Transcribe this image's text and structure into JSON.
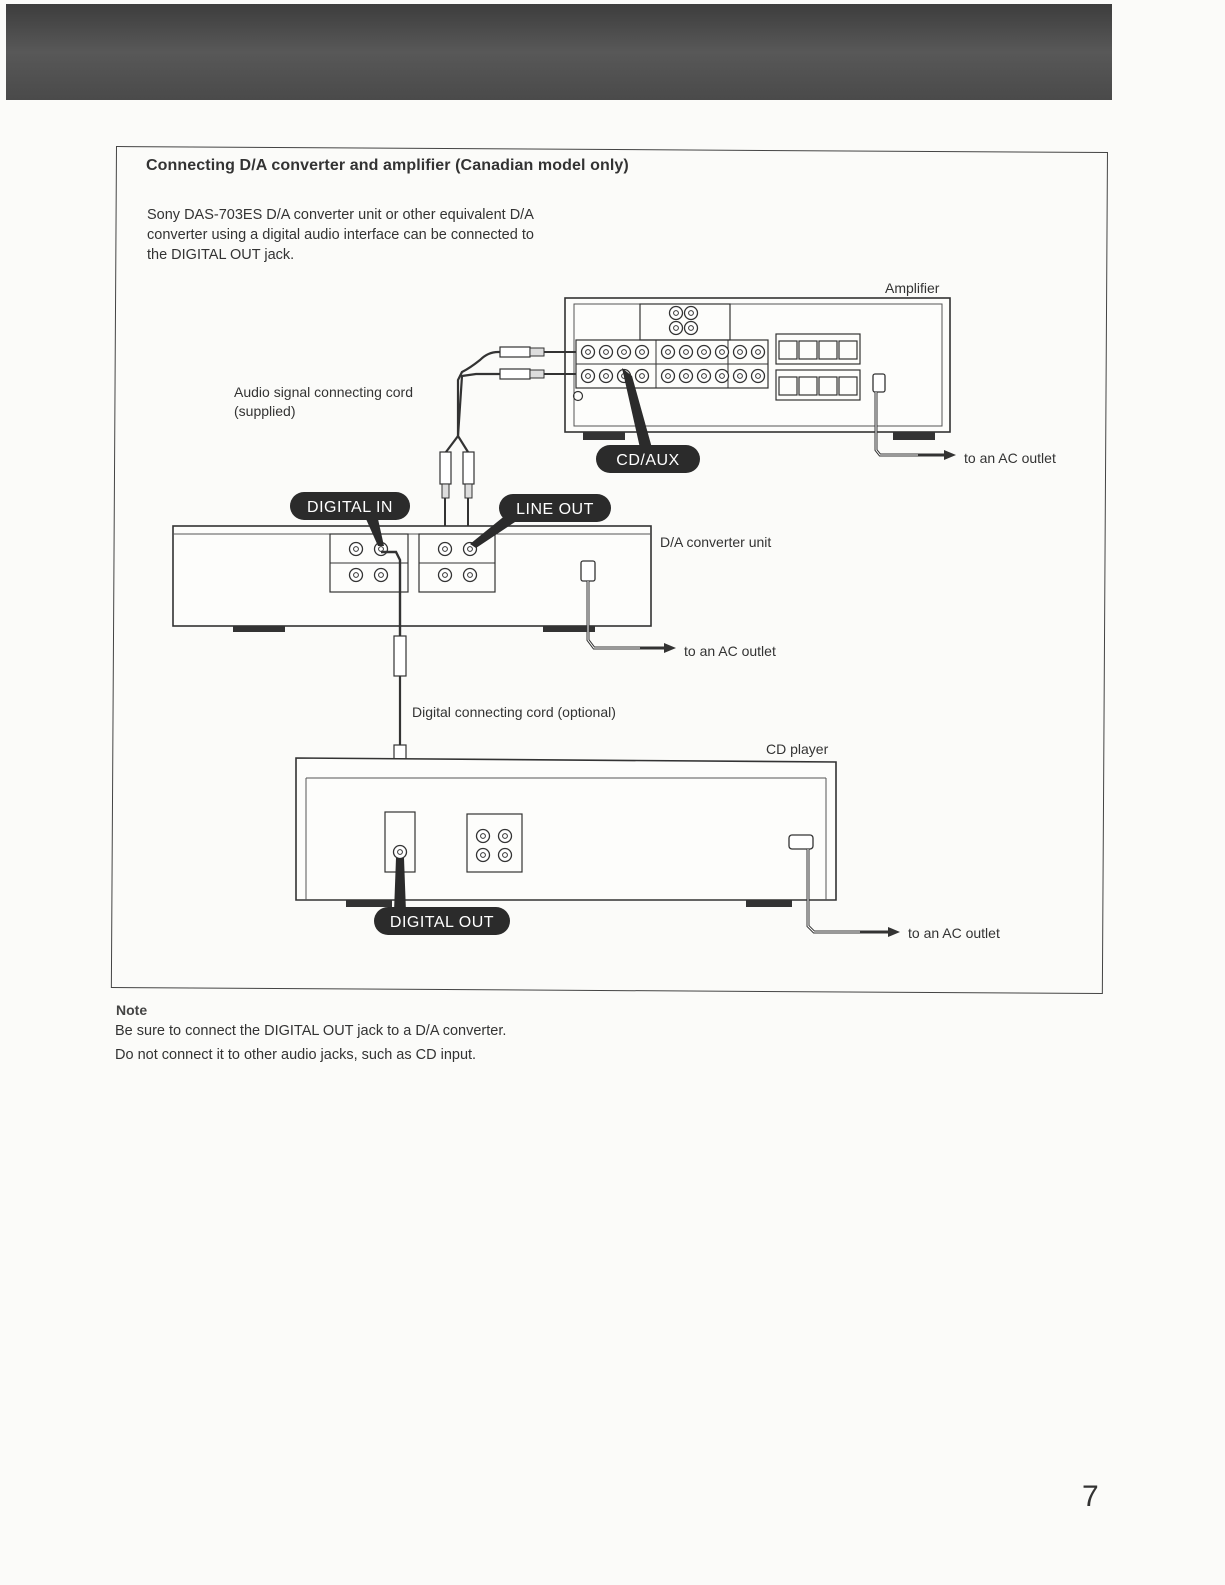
{
  "section": {
    "title": "Connecting D/A converter and amplifier (Canadian model only)",
    "intro_lines": [
      "Sony DAS-703ES D/A converter unit or other equivalent D/A",
      "converter using a digital audio interface can be connected to",
      "the DIGITAL OUT jack."
    ]
  },
  "diagram": {
    "amplifier_label": "Amplifier",
    "cd_aux_tag": "CD/AUX",
    "audio_cord_label": [
      "Audio signal connecting cord",
      "(supplied)"
    ],
    "digital_in_tag": "DIGITAL IN",
    "line_out_tag": "LINE OUT",
    "da_converter_label": "D/A converter unit",
    "ac_outlet_label": "to an AC outlet",
    "digital_cord_label": "Digital connecting cord (optional)",
    "cd_player_label": "CD player",
    "digital_out_tag": "DIGITAL OUT"
  },
  "note": {
    "heading": "Note",
    "lines": [
      "Be sure to connect the DIGITAL OUT jack to a D/A converter.",
      "Do not connect it to other audio jacks, such as CD input."
    ]
  },
  "page_number": "7",
  "colors": {
    "header_band": "#4a4a4a",
    "tag_fill": "#2b2b2b",
    "ink": "#333333"
  }
}
